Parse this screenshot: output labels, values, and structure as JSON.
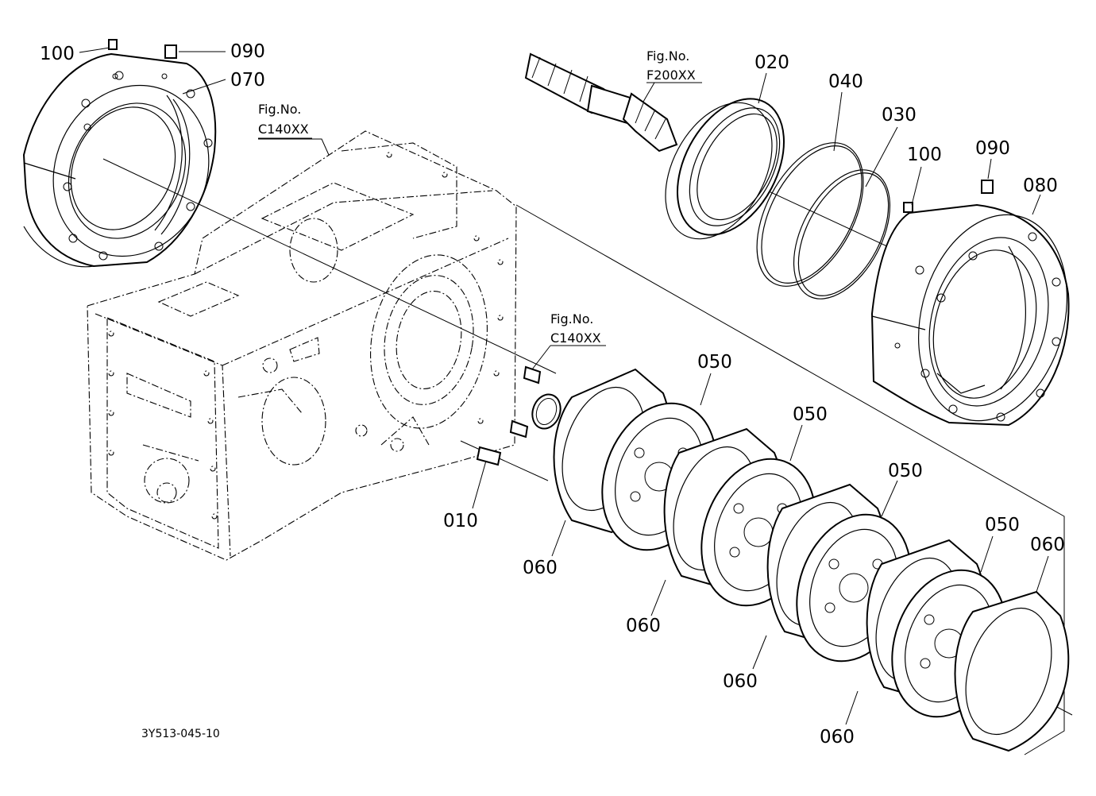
{
  "diagram": {
    "callouts": {
      "c100_top": "100",
      "c090_top": "090",
      "c070": "070",
      "c020": "020",
      "c040": "040",
      "c030": "030",
      "c100_right": "100",
      "c090_right": "090",
      "c080": "080",
      "c010": "010",
      "c050_a": "050",
      "c050_b": "050",
      "c050_c": "050",
      "c050_d": "050",
      "c060_a": "060",
      "c060_b": "060",
      "c060_c": "060",
      "c060_d": "060",
      "c060_e": "060"
    },
    "figure_refs": {
      "ref_case_top": {
        "line1": "Fig.No.",
        "line2": "C140XX"
      },
      "ref_shaft": {
        "line1": "Fig.No.",
        "line2": "F200XX"
      },
      "ref_case_mid": {
        "line1": "Fig.No.",
        "line2": "C140XX"
      }
    },
    "drawing_code": "3Y513-045-10"
  }
}
